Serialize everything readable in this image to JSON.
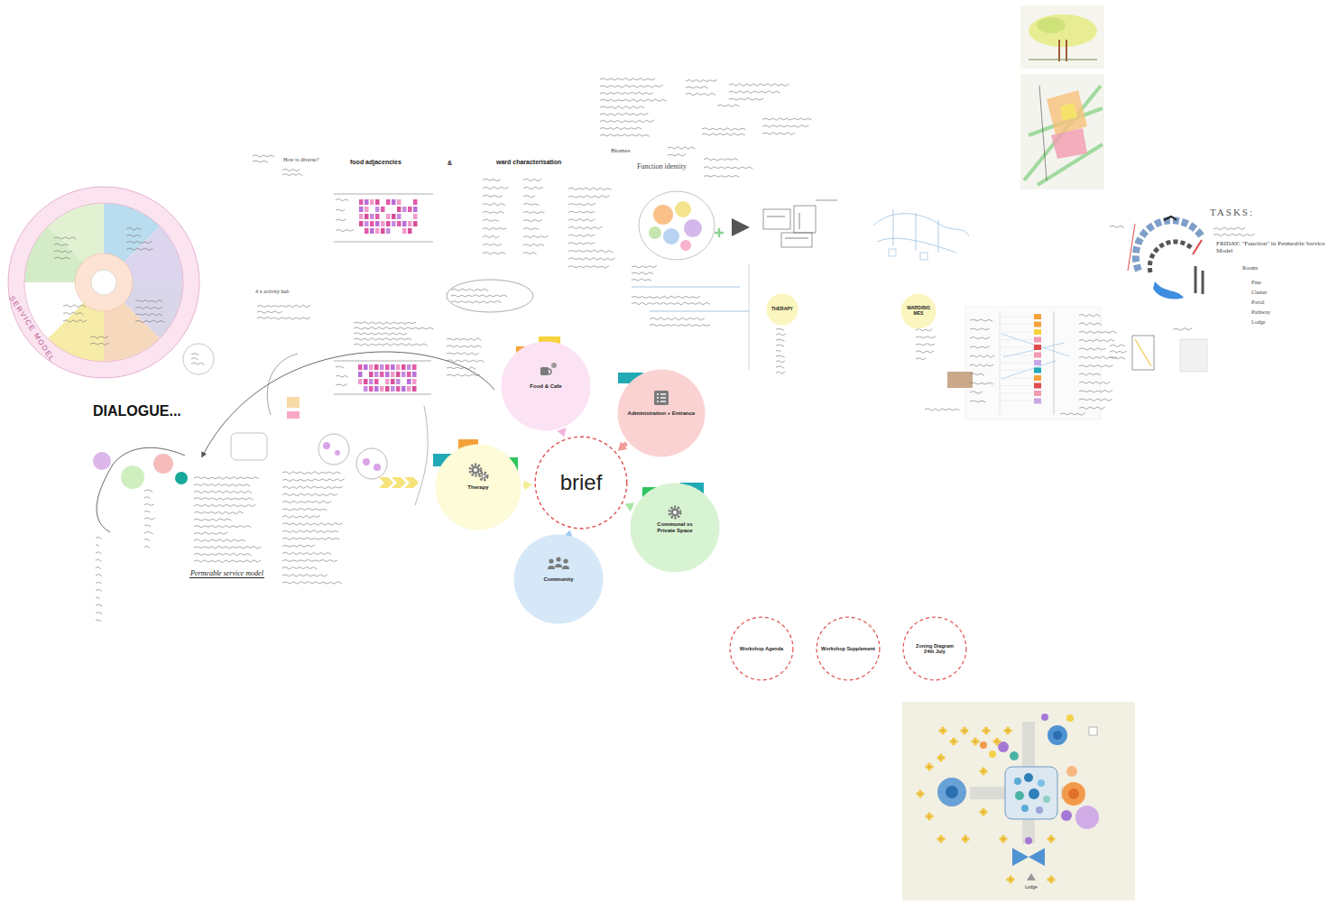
{
  "diagram": {
    "nodes": [
      {
        "text": [
          "Food & Cafe"
        ]
      },
      {
        "text": [
          "Administration + Entrance"
        ]
      },
      {
        "text": [
          "Therapy"
        ]
      },
      {
        "text": [
          "brief"
        ]
      },
      {
        "text": [
          "Communal vs Private Space"
        ]
      },
      {
        "text": [
          "Community"
        ]
      },
      {
        "text": [
          "THERAPY"
        ]
      },
      {
        "text": [
          "WARD/BIO MES"
        ]
      },
      {
        "text": [
          "Workshop Agenda"
        ]
      },
      {
        "text": [
          "Workshop Supplement"
        ]
      },
      {
        "text": [
          "Zoning Diagram 24th July"
        ]
      }
    ],
    "edges": [
      {
        "from": 0,
        "to": 3,
        "arrow": "to"
      },
      {
        "from": 1,
        "to": 3,
        "arrow": "to"
      },
      {
        "from": 2,
        "to": 3,
        "arrow": "to"
      },
      {
        "from": 4,
        "to": 3,
        "arrow": "to"
      },
      {
        "from": 5,
        "to": 3,
        "arrow": "to"
      }
    ],
    "labels": [
      "DIALOGUE...",
      "food adjacencies",
      "&",
      "ward characterisation",
      "SERVICE MODEL",
      "Permeable service model",
      "TASKS:",
      "FRIDAY: \"Function\" in Permeable Service Model",
      "Rooms",
      "Fine",
      "Cluster",
      "Portal",
      "Pathway",
      "Lodge",
      "How to diverse?",
      "Function identity",
      "Biomes",
      "Lodge",
      "4 x activity hub"
    ]
  }
}
